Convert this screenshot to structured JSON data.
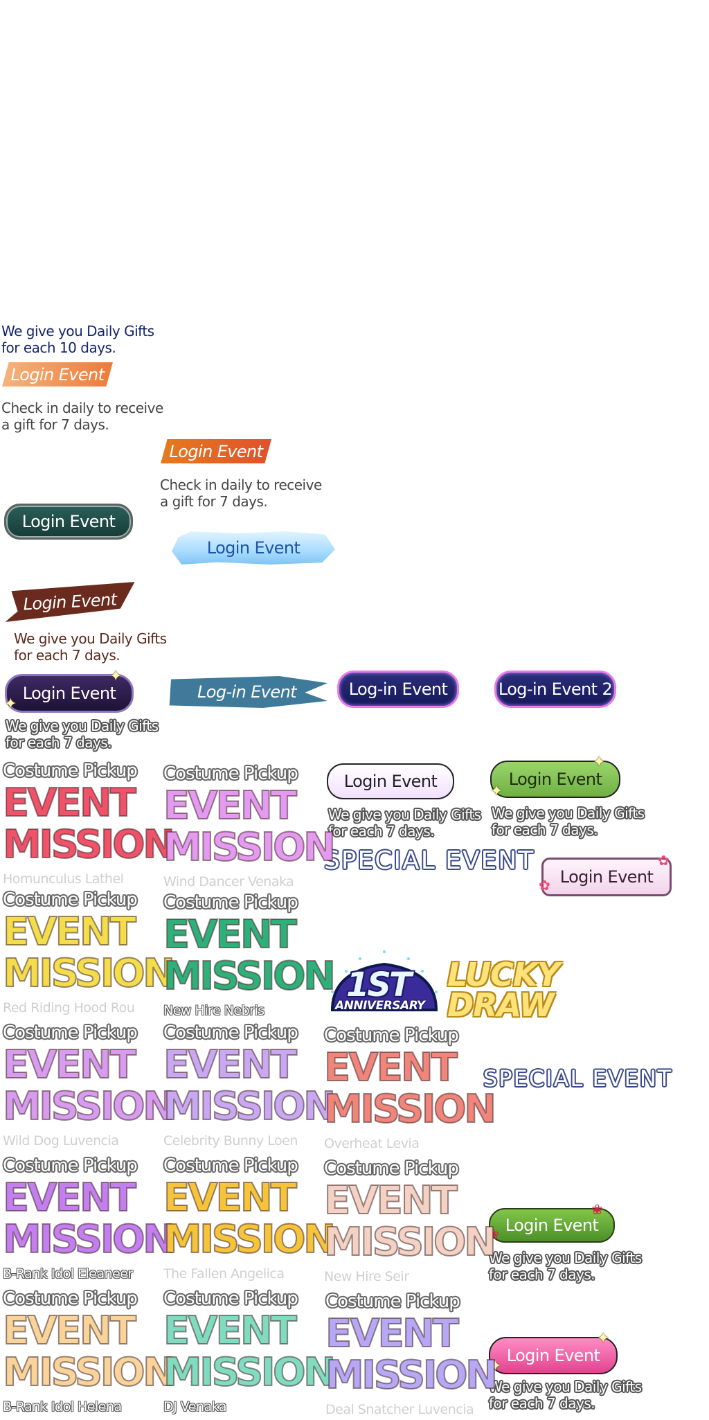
{
  "descs": {
    "d1": "We give you Daily Gifts\nfor each 10 days.",
    "d2": "Check in daily to receive\na gift for 7 days.",
    "d3": "Check in daily to receive\na gift for 7 days.",
    "d4": "We give you Daily Gifts\nfor each 7 days.",
    "d5": "We give you Daily Gifts\nfor each 7 days.",
    "d6": "We give you Daily Gifts\nfor each 7 days.",
    "d7": "We give you Daily Gifts\nfor each 7 days.",
    "d8": "We give you Daily Gifts\nfor each 7 days.",
    "d9": "We give you Daily Gifts\nfor each 7 days."
  },
  "banners": {
    "peach": "Login Event",
    "orange": "Login Event",
    "teal": "Login Event",
    "ice": "Login Event",
    "brush_brown": "Login Event",
    "purple": "Login Event",
    "brush_blue": "Log-in Event",
    "neon1": "Log-in Event",
    "neon2": "Log-in Event 2",
    "bubble_white": "Login Event",
    "green1": "Login Event",
    "pinklight": "Login Event",
    "green2": "Login Event",
    "pink": "Login Event"
  },
  "special_event": "SPECIAL EVENT",
  "anniversary": {
    "big": "1ST",
    "small": "ANNIVERSARY"
  },
  "lucky": {
    "l1": "LUCKY",
    "l2": "DRAW"
  },
  "pickups": [
    {
      "cp": "Costume Pickup",
      "event": "EVENT",
      "mission": "MISSION",
      "name": "Homunculus Lathel",
      "color": "#f0526a"
    },
    {
      "cp": "Costume Pickup",
      "event": "EVENT",
      "mission": "MISSION",
      "name": "Wind Dancer Venaka",
      "color": "#e49af0"
    },
    {
      "cp": "Costume Pickup",
      "event": "EVENT",
      "mission": "MISSION",
      "name": "Red Riding Hood Rou",
      "color": "#f3dd4a"
    },
    {
      "cp": "Costume Pickup",
      "event": "EVENT",
      "mission": "MISSION",
      "name": "New Hire Nebris",
      "color": "#2fb07a"
    },
    {
      "cp": "Costume Pickup",
      "event": "EVENT",
      "mission": "MISSION",
      "name": "Wild Dog Luvencia",
      "color": "#d79cf0"
    },
    {
      "cp": "Costume Pickup",
      "event": "EVENT",
      "mission": "MISSION",
      "name": "Celebrity Bunny Loen",
      "color": "#c9a8f2"
    },
    {
      "cp": "Costume Pickup",
      "event": "EVENT",
      "mission": "MISSION",
      "name": "Overheat Levia",
      "color": "#f0857c"
    },
    {
      "cp": "Costume Pickup",
      "event": "EVENT",
      "mission": "MISSION",
      "name": "B-Rank Idol Eleaneer",
      "color": "#c37ef0"
    },
    {
      "cp": "Costume Pickup",
      "event": "EVENT",
      "mission": "MISSION",
      "name": "The Fallen Angelica",
      "color": "#f6c43b"
    },
    {
      "cp": "Costume Pickup",
      "event": "EVENT",
      "mission": "MISSION",
      "name": "New Hire Seir",
      "color": "#f3d2c4"
    },
    {
      "cp": "Costume Pickup",
      "event": "EVENT",
      "mission": "MISSION",
      "name": "B-Rank Idol Helena",
      "color": "#f8d49a"
    },
    {
      "cp": "Costume Pickup",
      "event": "EVENT",
      "mission": "MISSION",
      "name": "DJ Venaka",
      "color": "#7fdcc0"
    },
    {
      "cp": "Costume Pickup",
      "event": "EVENT",
      "mission": "MISSION",
      "name": "Deal Snatcher Luvencia",
      "color": "#b6a8f4"
    }
  ]
}
